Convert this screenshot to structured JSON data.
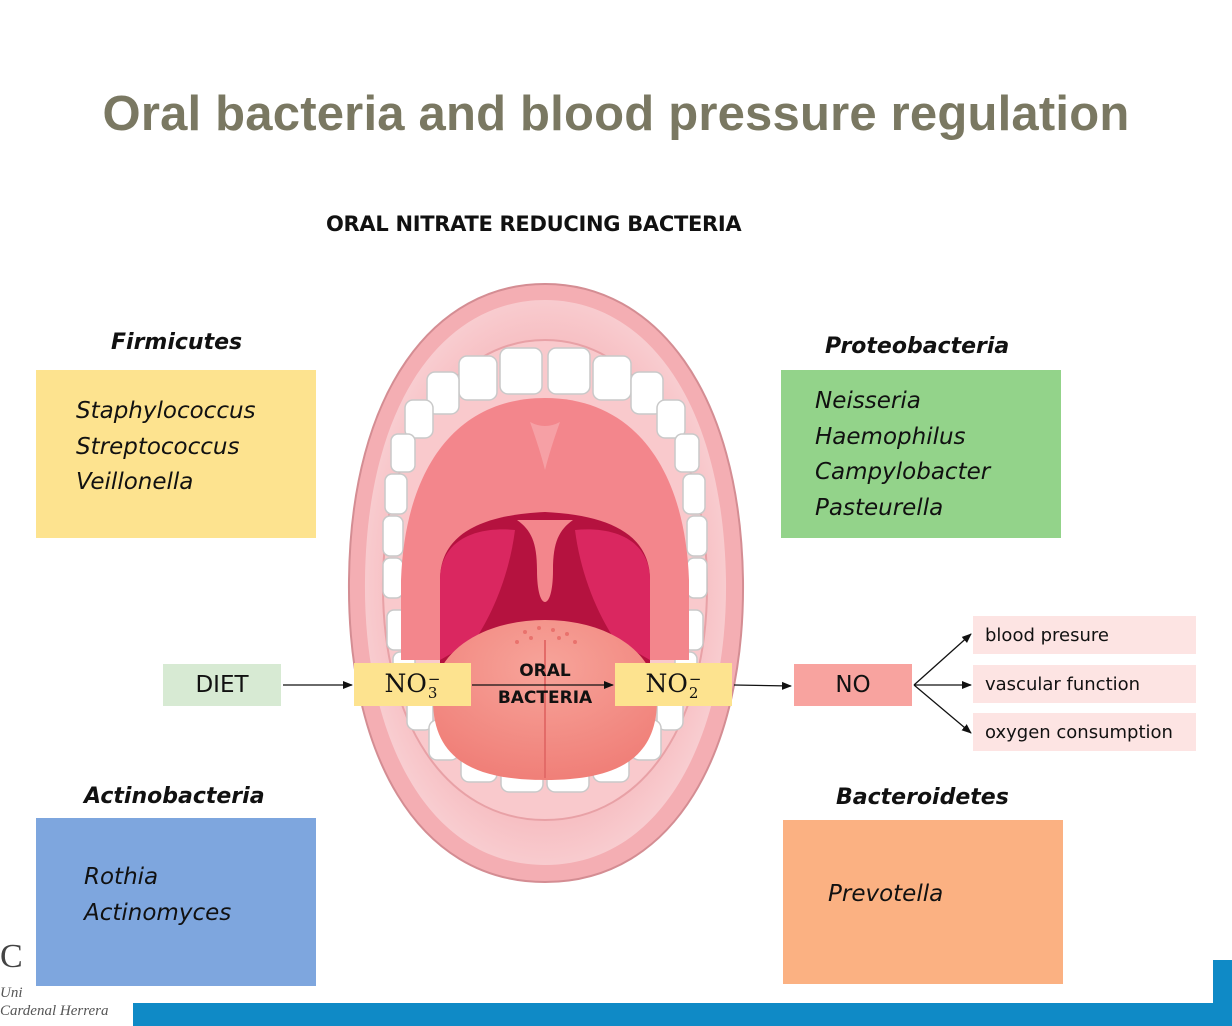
{
  "title": "Oral bacteria and blood pressure regulation",
  "subtitle": "ORAL NITRATE REDUCING BACTERIA",
  "groups": {
    "firmicutes": {
      "name": "Firmicutes",
      "genera": [
        "Staphylococcus",
        "Streptococcus",
        "Veillonella"
      ],
      "color": "#fde38f"
    },
    "proteobacteria": {
      "name": "Proteobacteria",
      "genera": [
        "Neisseria",
        "Haemophilus",
        "Campylobacter",
        "Pasteurella"
      ],
      "color": "#93d38a"
    },
    "actinobacteria": {
      "name": "Actinobacteria",
      "genera": [
        "Rothia",
        "Actinomyces"
      ],
      "color": "#7ea6de"
    },
    "bacteroidetes": {
      "name": "Bacteroidetes",
      "genera": [
        "Prevotella"
      ],
      "color": "#fbb182"
    }
  },
  "flow": {
    "diet": "DIET",
    "nitrate": {
      "base": "NO",
      "sub": "3",
      "sup": "−"
    },
    "nitrite": {
      "base": "NO",
      "sub": "2",
      "sup": "−"
    },
    "oral_bacteria_line1": "ORAL",
    "oral_bacteria_line2": "BACTERIA",
    "no": "NO",
    "effects": [
      "blood presure",
      "vascular function",
      "oxygen consumption"
    ]
  },
  "footer": {
    "logo_mark": "C",
    "logo_line1": "Uni",
    "logo_line2": "Cardenal Herrera",
    "accent": "#0f8ac6"
  }
}
